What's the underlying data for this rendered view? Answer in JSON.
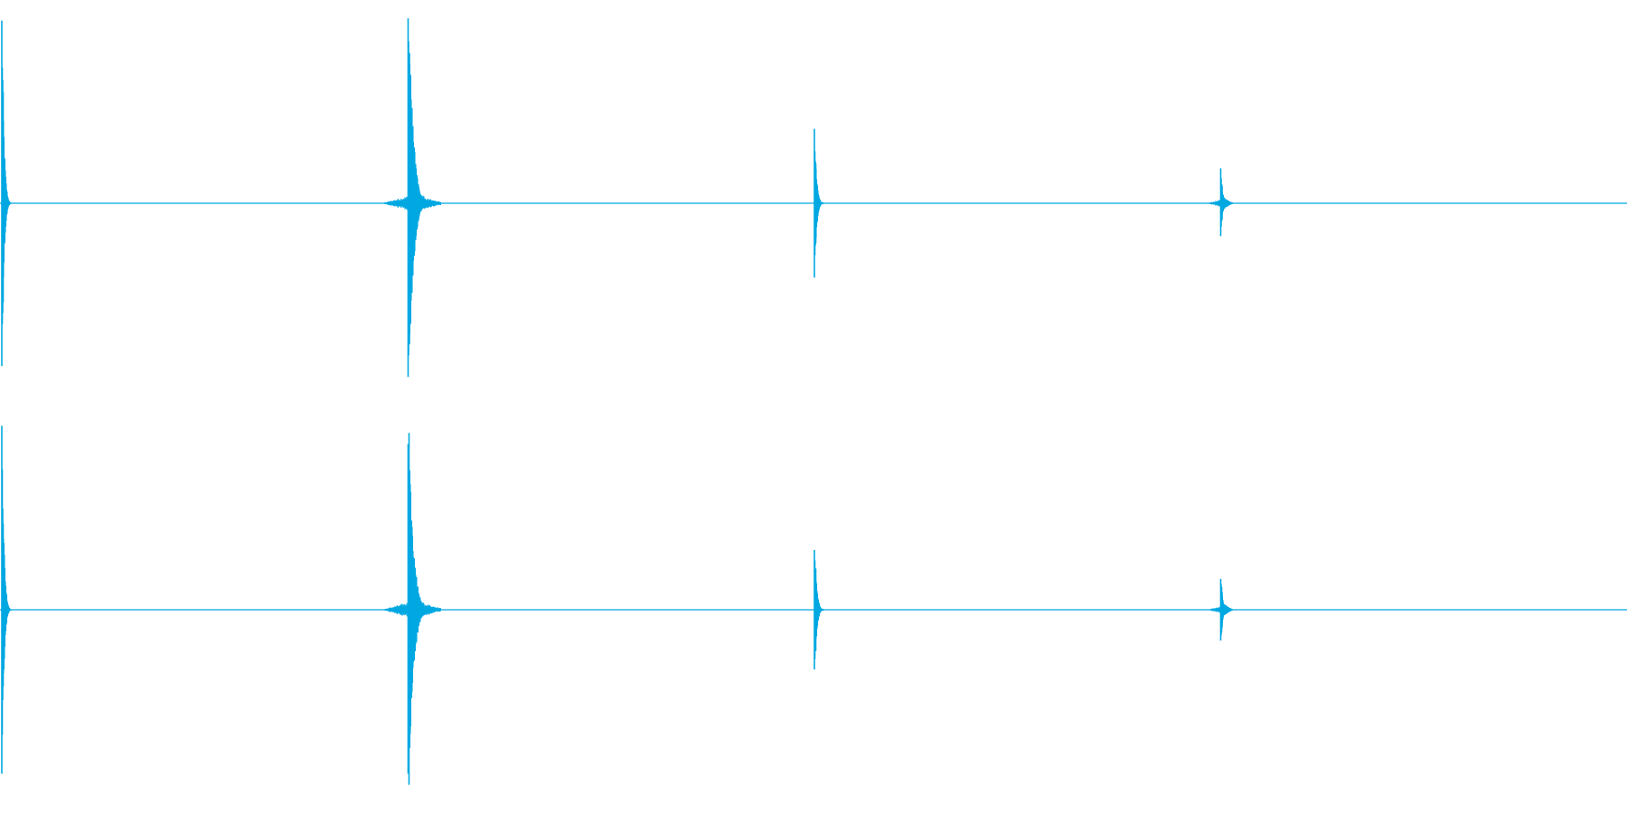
{
  "view": {
    "type": "stereo-waveform",
    "channel_count": 2,
    "waveform_color": "#00a8e2",
    "background_color": "#ffffff"
  },
  "channels": [
    {
      "name": "channel-1",
      "transients": [
        {
          "time": 0.0,
          "peak_pos": 0.92,
          "peak_neg": 0.82,
          "shape": "decay"
        },
        {
          "time": 0.25,
          "peak_pos": 0.99,
          "peak_neg": 0.93,
          "shape": "burst"
        },
        {
          "time": 0.5,
          "peak_pos": 0.36,
          "peak_neg": 0.36,
          "shape": "decay"
        },
        {
          "time": 0.75,
          "peak_pos": 0.17,
          "peak_neg": 0.16,
          "shape": "spike"
        }
      ]
    },
    {
      "name": "channel-2",
      "transients": [
        {
          "time": 0.0,
          "peak_pos": 0.92,
          "peak_neg": 0.82,
          "shape": "decay"
        },
        {
          "time": 0.25,
          "peak_pos": 0.97,
          "peak_neg": 0.96,
          "shape": "burst"
        },
        {
          "time": 0.5,
          "peak_pos": 0.36,
          "peak_neg": 0.36,
          "shape": "decay"
        },
        {
          "time": 0.75,
          "peak_pos": 0.18,
          "peak_neg": 0.18,
          "shape": "spike"
        }
      ]
    }
  ]
}
